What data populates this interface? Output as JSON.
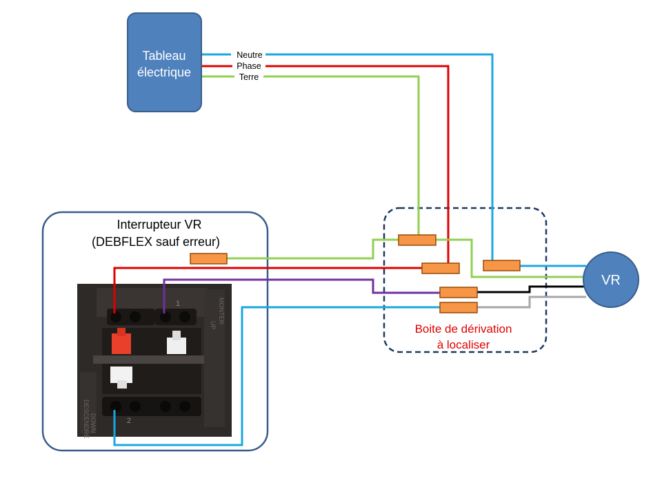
{
  "panel": {
    "line1": "Tableau",
    "line2": "électrique"
  },
  "wires": {
    "neutral": "Neutre",
    "phase": "Phase",
    "earth": "Terre"
  },
  "switch_box": {
    "title_line1": "Interrupteur  VR",
    "title_line2": "(DEBFLEX sauf erreur)"
  },
  "switch_photo": {
    "side_text_top": "MONTER",
    "side_text_top2": "UP",
    "side_text_bottom": "DESCENDRE",
    "side_text_bottom2": "DOWN",
    "terminal_top": "1",
    "terminal_bottom": "2"
  },
  "junction_box": {
    "label_line1": "Boite de dérivation",
    "label_line2": "à localiser"
  },
  "motor": {
    "label": "VR"
  },
  "colors": {
    "panel_fill": "#4f81bd",
    "panel_stroke": "#385d8a",
    "box_stroke": "#1f3864",
    "neutral": "#1aa7e0",
    "phase": "#e00000",
    "earth": "#92d050",
    "purple": "#7030a0",
    "black": "#000000",
    "grey": "#a6a6a6",
    "connector_fill": "#f79646",
    "connector_stroke": "#984807",
    "junction_label": "#e00000"
  }
}
